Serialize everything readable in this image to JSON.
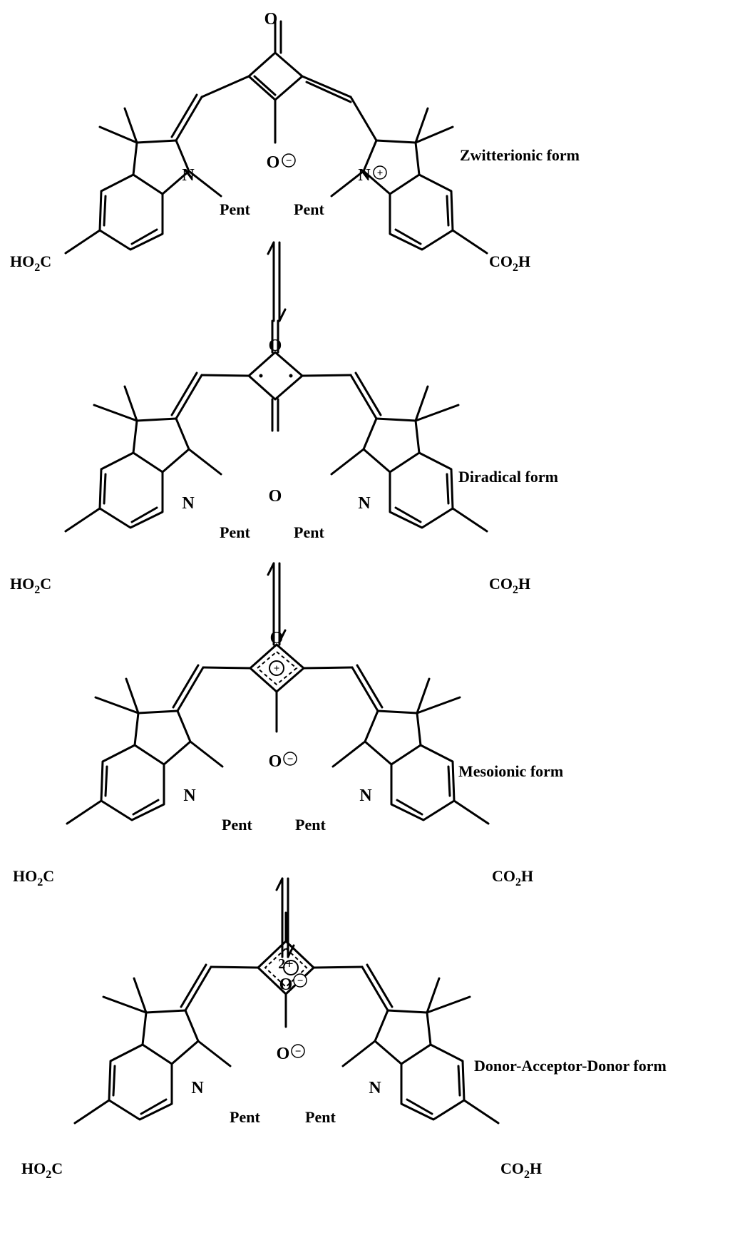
{
  "forms": [
    {
      "name": "Zwitterionic form",
      "top_oxygen": "O",
      "top_oxygen_charge": "",
      "bottom_oxygen": "O",
      "bottom_oxygen_charge": "−",
      "ring_center_charge": "",
      "left_n": "N",
      "left_n_charge": "",
      "right_n": "N",
      "right_n_charge": "+",
      "left_substituent": "Pent",
      "right_substituent": "Pent",
      "left_acid": {
        "main": "HO",
        "sub": "2",
        "tail": "C"
      },
      "right_acid": {
        "main": "CO",
        "sub": "2",
        "tail": "H"
      }
    },
    {
      "name": "Diradical form",
      "top_oxygen": "O",
      "top_oxygen_charge": "",
      "bottom_oxygen": "O",
      "bottom_oxygen_charge": "",
      "ring_center_charge": "",
      "left_n": "N",
      "left_n_charge": "",
      "right_n": "N",
      "right_n_charge": "",
      "left_substituent": "Pent",
      "right_substituent": "Pent",
      "left_acid": {
        "main": "HO",
        "sub": "2",
        "tail": "C"
      },
      "right_acid": {
        "main": "CO",
        "sub": "2",
        "tail": "H"
      }
    },
    {
      "name": "Mesoionic form",
      "top_oxygen": "O",
      "top_oxygen_charge": "",
      "bottom_oxygen": "O",
      "bottom_oxygen_charge": "−",
      "ring_center_charge": "+",
      "left_n": "N",
      "left_n_charge": "",
      "right_n": "N",
      "right_n_charge": "",
      "left_substituent": "Pent",
      "right_substituent": "Pent",
      "left_acid": {
        "main": "HO",
        "sub": "2",
        "tail": "C"
      },
      "right_acid": {
        "main": "CO",
        "sub": "2",
        "tail": "H"
      }
    },
    {
      "name": "Donor-Acceptor-Donor form",
      "top_oxygen": "O",
      "top_oxygen_charge": "−",
      "bottom_oxygen": "O",
      "bottom_oxygen_charge": "−",
      "ring_center_charge": "2+",
      "left_n": "N",
      "left_n_charge": "",
      "right_n": "N",
      "right_n_charge": "",
      "left_substituent": "Pent",
      "right_substituent": "Pent",
      "left_acid": {
        "main": "HO",
        "sub": "2",
        "tail": "C"
      },
      "right_acid": {
        "main": "CO",
        "sub": "2",
        "tail": "H"
      }
    }
  ]
}
